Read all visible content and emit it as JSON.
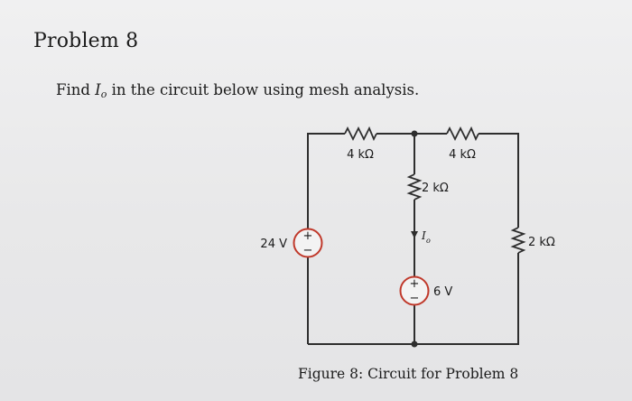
{
  "problem": {
    "title": "Problem 8",
    "question_prefix": "Find",
    "question_var": "I",
    "question_var_sub": "o",
    "question_suffix": "in the circuit below using mesh analysis."
  },
  "circuit": {
    "resistor_top_left": "4 kΩ",
    "resistor_top_right": "4 kΩ",
    "resistor_middle": "2 kΩ",
    "resistor_right": "2 kΩ",
    "source_left_label": "24 V",
    "source_middle_label": "6 V",
    "current_label": "I",
    "current_label_sub": "o",
    "plus_sign": "+",
    "minus_sign": "−",
    "wire_color": "#2e2e2e",
    "source_color": "#c0392b"
  },
  "caption": "Figure 8: Circuit for Problem 8"
}
